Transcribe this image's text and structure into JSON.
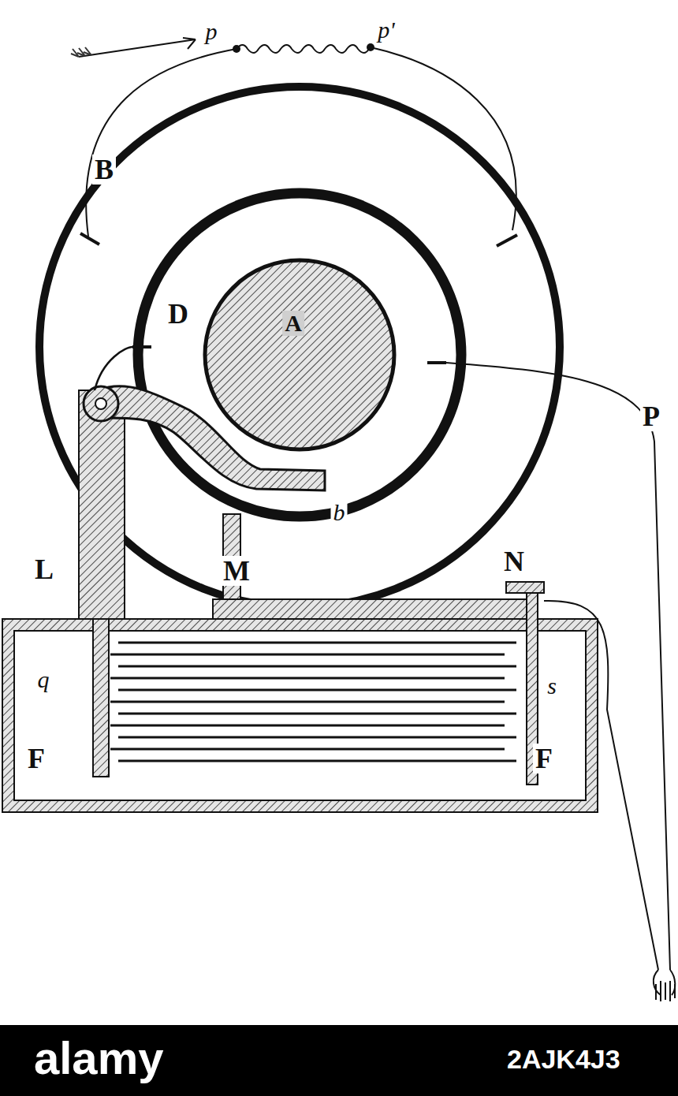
{
  "diagram": {
    "labels": [
      "p",
      "p'",
      "B",
      "D",
      "A",
      "P",
      "b",
      "L",
      "M",
      "N",
      "q",
      "s",
      "F",
      "F",
      "alamy",
      "2AJK4J3"
    ]
  }
}
